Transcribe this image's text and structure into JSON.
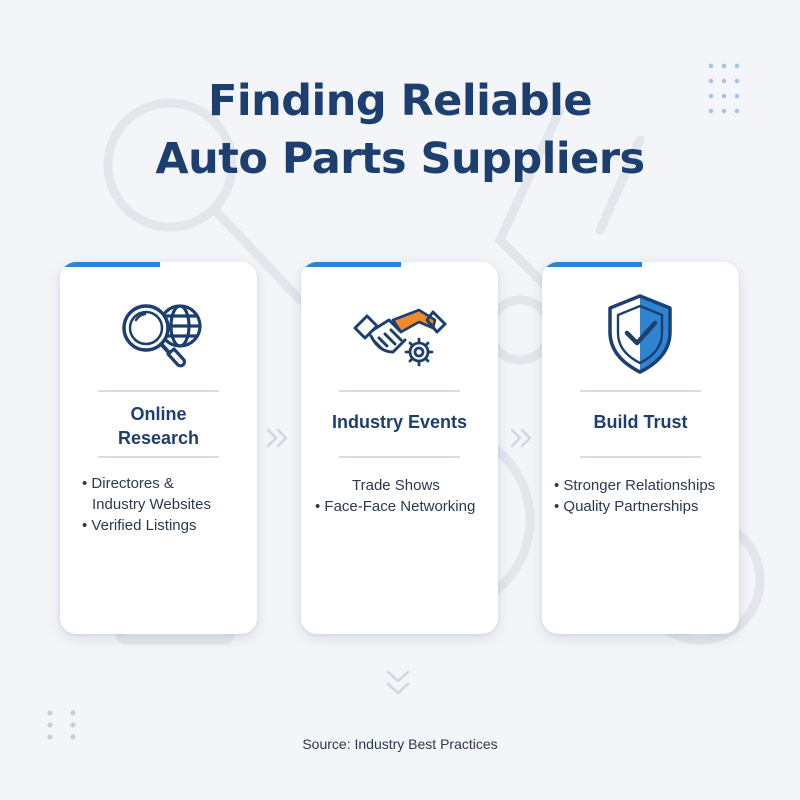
{
  "title": {
    "line1": "Finding Reliable",
    "line2": "Auto Parts Suppliers"
  },
  "cards": [
    {
      "icon": "magnifier-globe-icon",
      "title_line1": "Online",
      "title_line2": "Research",
      "bullets": [
        "• Directores &",
        "Industry Websites",
        "• Verified Listings"
      ]
    },
    {
      "icon": "handshake-gear-icon",
      "title_line1": "Industry Events",
      "bullets": [
        "Trade Shows",
        "• Face-Face Networking"
      ]
    },
    {
      "icon": "shield-check-icon",
      "title_line1": "Build Trust",
      "bullets": [
        "• Stronger Relationships",
        "• Quality Partnerships"
      ]
    }
  ],
  "footer": "Source: Industry Best Practices",
  "colors": {
    "navy": "#1d3f70",
    "accent_blue": "#2f84d2",
    "orange": "#f08a2c",
    "background": "#f3f5f8"
  }
}
